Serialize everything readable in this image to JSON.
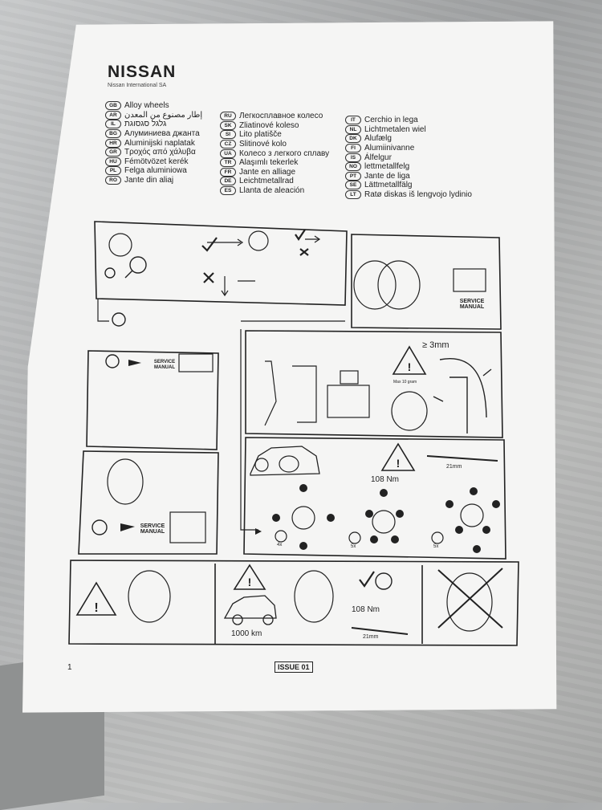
{
  "header": {
    "brand": "NISSAN",
    "subtitle": "Nissan International SA"
  },
  "languages": {
    "col1": [
      {
        "code": "GB",
        "name": "Alloy wheels"
      },
      {
        "code": "AR",
        "name": "إطار مصنوع من المعدن"
      },
      {
        "code": "IL",
        "name": "גלגל סגסוגת"
      },
      {
        "code": "BG",
        "name": "Алуминиева джанта"
      },
      {
        "code": "HR",
        "name": "Aluminijski naplatak"
      },
      {
        "code": "GR",
        "name": "Τροχός από χάλυβα"
      },
      {
        "code": "HU",
        "name": "Fémötvözet kerék"
      },
      {
        "code": "PL",
        "name": "Felga aluminiowa"
      },
      {
        "code": "RO",
        "name": "Jante din aliaj"
      }
    ],
    "col2": [
      {
        "code": "RU",
        "name": "Легкосплавное колесо"
      },
      {
        "code": "SK",
        "name": "Zliatinové koleso"
      },
      {
        "code": "SI",
        "name": "Lito platišče"
      },
      {
        "code": "CZ",
        "name": "Slitinové kolo"
      },
      {
        "code": "UA",
        "name": "Колесо з легкого сплаву"
      },
      {
        "code": "TR",
        "name": "Alaşımlı tekerlek"
      },
      {
        "code": "FR",
        "name": "Jante en alliage"
      },
      {
        "code": "DE",
        "name": "Leichtmetallrad"
      },
      {
        "code": "ES",
        "name": "Llanta de aleación"
      }
    ],
    "col3": [
      {
        "code": "IT",
        "name": "Cerchio in lega"
      },
      {
        "code": "NL",
        "name": "Lichtmetalen wiel"
      },
      {
        "code": "DK",
        "name": "Alufælg"
      },
      {
        "code": "FI",
        "name": "Alumiinivanne"
      },
      {
        "code": "IS",
        "name": "Álfelgur"
      },
      {
        "code": "NO",
        "name": "lettmetallfelg"
      },
      {
        "code": "PT",
        "name": "Jante de liga"
      },
      {
        "code": "SE",
        "name": "Lättmetallfälg"
      },
      {
        "code": "LT",
        "name": "Ratø diskas iš lengvojo lydinio"
      }
    ]
  },
  "diagram": {
    "service_manual": "SERVICE\nMANUAL",
    "tread_depth": "≥ 3mm",
    "max_weight": "Max 10 gram",
    "torque_1": "108 Nm",
    "wrench_size_1": "21mm",
    "pattern_4x": "4x",
    "pattern_5x_a": "5x",
    "pattern_5x_b": "5x",
    "torque_2": "108 Nm",
    "wrench_size_2": "21mm",
    "distance": "1000 km"
  },
  "footer": {
    "page_number": "1",
    "issue": "ISSUE 01"
  },
  "colors": {
    "sheet": "#f5f5f4",
    "ink": "#222222",
    "background": "#b4b6b6"
  }
}
